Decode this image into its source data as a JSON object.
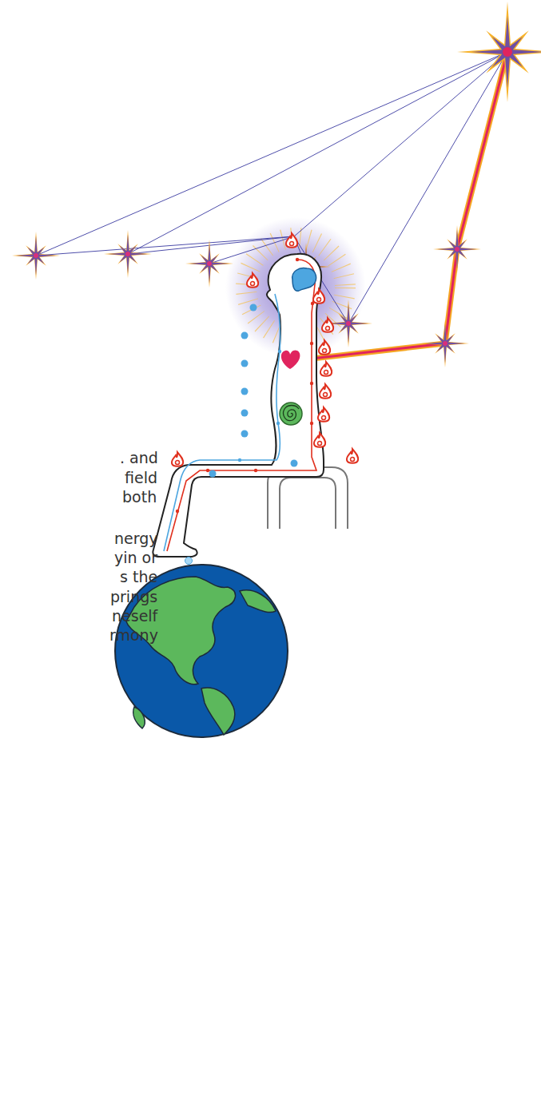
{
  "diagram": {
    "labels": [
      ". and",
      "field",
      "both",
      "nergy",
      "yin or",
      "s the",
      "prings",
      "neself",
      "rmony"
    ]
  }
}
